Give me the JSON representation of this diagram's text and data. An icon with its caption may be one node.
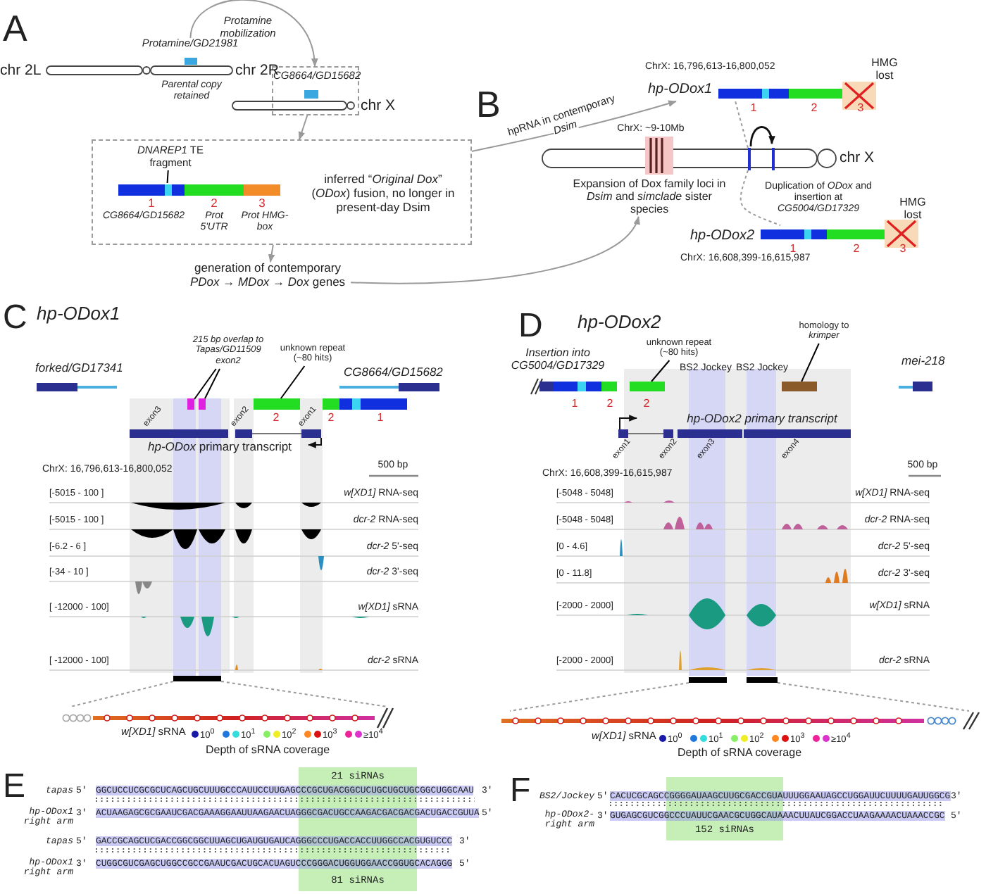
{
  "diagram": {
    "nodes": [
      {
        "text": [
          "Protamine/GD21981"
        ]
      },
      {
        "text": [
          "CG8664/GD15682"
        ]
      },
      {
        "text": [
          "inferred “*Original Dox*” (*ODox*) fusion, no longer in present-day Dsim"
        ]
      },
      {
        "text": [
          "1",
          "CG8664/GD15682"
        ],
        "in": 2
      },
      {
        "text": [
          "*DNAREP1* TE fragment"
        ],
        "in": 2
      },
      {
        "text": [],
        "shape": "bar",
        "in": 3
      },
      {
        "text": [
          "2",
          "Prot 5'UTR"
        ],
        "in": 2
      },
      {
        "text": [
          "3",
          "Prot HMG-box"
        ],
        "in": 2
      },
      {
        "text": [
          "generation of contemporary *PDox* → *MDox* → *Dox* genes"
        ]
      },
      {
        "text": [
          "hp-ODox1"
        ],
        "beside": [
          "ChrX: 16,796,613-16,800,052"
        ]
      },
      {
        "text": [
          "Expansion of Dox family loci in *Dsim* and *simclade* sister species"
        ],
        "beside": [
          "ChrX: ~9-10Mb"
        ]
      },
      {
        "text": [
          "hp-ODox2"
        ],
        "beside": [
          "ChrX: 16,608,399-16,615,987"
        ]
      },
      {
        "text": [],
        "shape": "box"
      },
      {
        "text": [
          "215 bp overlap to Tapas/GD11509 exon2"
        ]
      },
      {
        "text": [],
        "shape": "bar"
      },
      {
        "text": [],
        "shape": "bar"
      },
      {
        "text": [
          "unknown repeat (~80 hits)"
        ]
      },
      {
        "text": [],
        "shape": "bar"
      },
      {
        "text": [],
        "shape": "bar"
      },
      {
        "text": [],
        "shape": "hairpin"
      },
      {
        "text": [
          "unknown repeat (~80 hits)"
        ]
      },
      {
        "text": [],
        "shape": "bar"
      },
      {
        "text": [
          "homology to *krimper*"
        ]
      },
      {
        "text": [],
        "shape": "bar"
      },
      {
        "text": [],
        "shape": "bar"
      },
      {
        "text": [],
        "shape": "hairpin"
      }
    ],
    "edges": [
      {
        "from": 0,
        "to": 1,
        "arrow": "to",
        "label": "Protamine mobilization"
      },
      {
        "from": 1,
        "to": 2,
        "arrow": "to"
      },
      {
        "from": 2,
        "to": 8,
        "arrow": "to"
      },
      {
        "from": 2,
        "to": 9,
        "arrow": "to",
        "label": "hpRNA in contemporary *Dsim*"
      },
      {
        "from": 8,
        "to": 10,
        "arrow": "to"
      },
      {
        "from": 12,
        "to": 9,
        "arrow": "none",
        "style": "dashed"
      },
      {
        "from": 12,
        "to": 11,
        "arrow": "none",
        "style": "dashed"
      },
      {
        "from": 4,
        "to": 5,
        "arrow": "none",
        "color": "#000000"
      },
      {
        "from": 13,
        "to": 14,
        "arrow": "none",
        "color": "#000000"
      },
      {
        "from": 13,
        "to": 15,
        "arrow": "none",
        "color": "#000000"
      },
      {
        "from": 16,
        "to": 17,
        "arrow": "none",
        "color": "#000000"
      },
      {
        "from": 18,
        "to": 19,
        "arrow": "none",
        "style": "dashed"
      },
      {
        "from": 18,
        "to": 19,
        "arrow": "none",
        "style": "dashed"
      },
      {
        "from": 20,
        "to": 21,
        "arrow": "none",
        "color": "#000000"
      },
      {
        "from": 22,
        "to": 23,
        "arrow": "none",
        "color": "#000000"
      },
      {
        "from": 24,
        "to": 25,
        "arrow": "none",
        "style": "dashed"
      },
      {
        "from": 24,
        "to": 25,
        "arrow": "none",
        "style": "dashed"
      }
    ],
    "labels": [
      "A",
      "chr 2L",
      "chr 2R",
      "Parental copy retained",
      "chr X",
      "B",
      "1",
      "2",
      "3",
      "HMG lost",
      "chr X",
      "Duplication of *ODox* and insertion at *CG5004/GD17329*",
      "HMG lost",
      "1",
      "2",
      "3",
      "C",
      "hp-ODox1",
      "forked/GD17341",
      "CG8664/GD15682",
      "2",
      "2",
      "1",
      "exon3",
      "exon2",
      "exon1",
      "*hp-ODox* primary transcript",
      "ChrX: 16,796,613-16,800,052",
      "500 bp",
      "[-5015 - 100 ]",
      "*w[XD1]* RNA-seq",
      "[-5015 - 100 ]",
      "*dcr-2* RNA-seq",
      "[-6.2 - 6 ]",
      "*dcr-2* 5'-seq",
      "[-34 - 10 ]",
      "*dcr-2* 3'-seq",
      "[ -12000 - 100]",
      "*w[XD1]* sRNA",
      "[ -12000 - 100]",
      "*dcr-2* sRNA",
      "*w[XD1]* sRNA",
      "Depth of sRNA coverage",
      "D",
      "hp-ODox2",
      "Insertion into CG5004/GD17329",
      "1",
      "2",
      "2",
      "BS2 Jockey",
      "BS2 Jockey",
      "mei-218",
      "hp-ODox2 primary transcript",
      "exon1",
      "exon2",
      "exon3",
      "exon4",
      "ChrX: 16,608,399-16,615,987",
      "500 bp",
      "[-5048 - 5048]",
      "*w[XD1]* RNA-seq",
      "[-5048 - 5048]",
      "*dcr-2* RNA-seq",
      "[0 - 4.6]",
      "*dcr-2* 5'-seq",
      "[0 - 11.8]",
      "*dcr-2* 3'-seq",
      "[-2000 - 2000]",
      "*w[XD1]* sRNA",
      "[-2000 - 2000]",
      "*dcr-2* sRNA",
      "*w[XD1]* sRNA",
      "Depth of sRNA coverage",
      "E",
      "21 siRNAs",
      "tapas",
      "5'",
      "GGCUCCUCGCGCUCAGCUGCUUUGCCCAUUCCUUGAGCCCGCUGACGGCUCUGCUGCUGCGGCUGGCAAU",
      "3'",
      "hp-ODox1 right arm",
      "3'",
      "ACUAAGAGCGCGAAUCGACGAAAGGAAUUAAGAACUAGGGCGACUGCCAAGACGACGACGACUGACCGUUA",
      "5'",
      "tapas",
      "5'",
      "GACCGCAGCUCGACCGGCGGCUUAGCUGAUGUGAUCAGGGCCCUGACCACCUUGGCCACGUGUCCC",
      "3'",
      "hp-ODox1 right arm",
      "3'",
      "CUGGCGUCGAGCUGGCCGCCGAAUCGACUGCACUAGUCCCGGGACUGGUGGAACCGGUGCACAGGG",
      "5'",
      "81 siRNAs",
      "F",
      "BS2/Jockey",
      "5'",
      "CACUCGCAGCCGGGGAUAAGCUUGCGACCGUAUUUGGAAUAGCCUGGAUUCUUUUGAUUGGCG",
      "3'",
      "hp-ODox2- right arm",
      "3'",
      "GUGAGCGUCGGCCCUAUUCGAACGCUGGCAUAAACUUAUCGGACCUAAGAAAACUAAACCGC",
      "5'",
      "152 siRNAs"
    ],
    "legend": [
      {
        "text": "10$^{0}$",
        "color": "#1a1aa8"
      },
      {
        "text": "10$^{1}$",
        "color": "#33dddd"
      },
      {
        "text": "10$^{2}$",
        "color": "#eeee22"
      },
      {
        "text": "10$^{3}$",
        "color": "#dd1111"
      },
      {
        "text": "≥10$^{4}$",
        "color": "#dd33cc"
      },
      {
        "text": "10$^{0}$",
        "color": "#1a1aa8"
      },
      {
        "text": "10$^{1}$",
        "color": "#33dddd"
      },
      {
        "text": "10$^{2}$",
        "color": "#eeee22"
      },
      {
        "text": "10$^{3}$",
        "color": "#dd1111"
      },
      {
        "text": "≥10$^{4}$",
        "color": "#dd33cc"
      }
    ]
  }
}
